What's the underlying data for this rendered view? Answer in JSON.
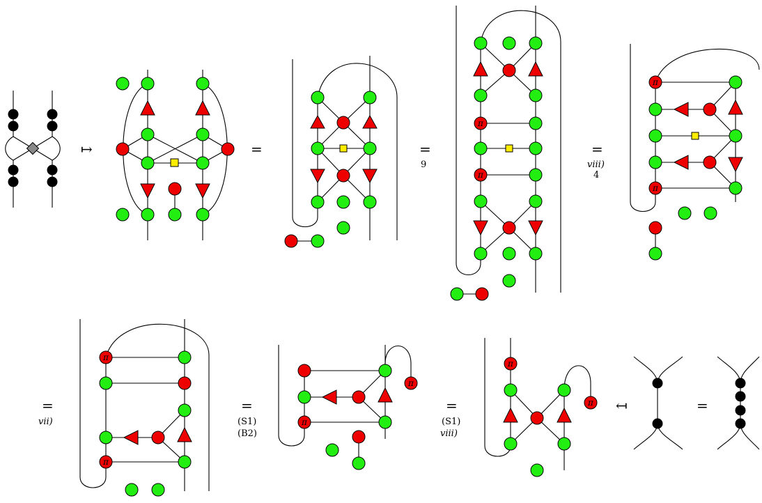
{
  "symbols": {
    "mapsto": "↦",
    "equals": "=",
    "mapsfrom": "↤",
    "pi": "π"
  },
  "rule_labels": {
    "eq2": "9",
    "eq3_a": "viii)",
    "eq3_b": "4",
    "eq4": "vii)",
    "eq5_a": "(S1)",
    "eq5_b": "(B2)",
    "eq6_a": "(S1)",
    "eq6_b": "viii)"
  },
  "colors": {
    "green_spider": "#22ee11",
    "red_spider": "#ee0000",
    "black_node": "#000000",
    "yellow_box": "#ffee00",
    "gray_diamond": "#888888"
  }
}
